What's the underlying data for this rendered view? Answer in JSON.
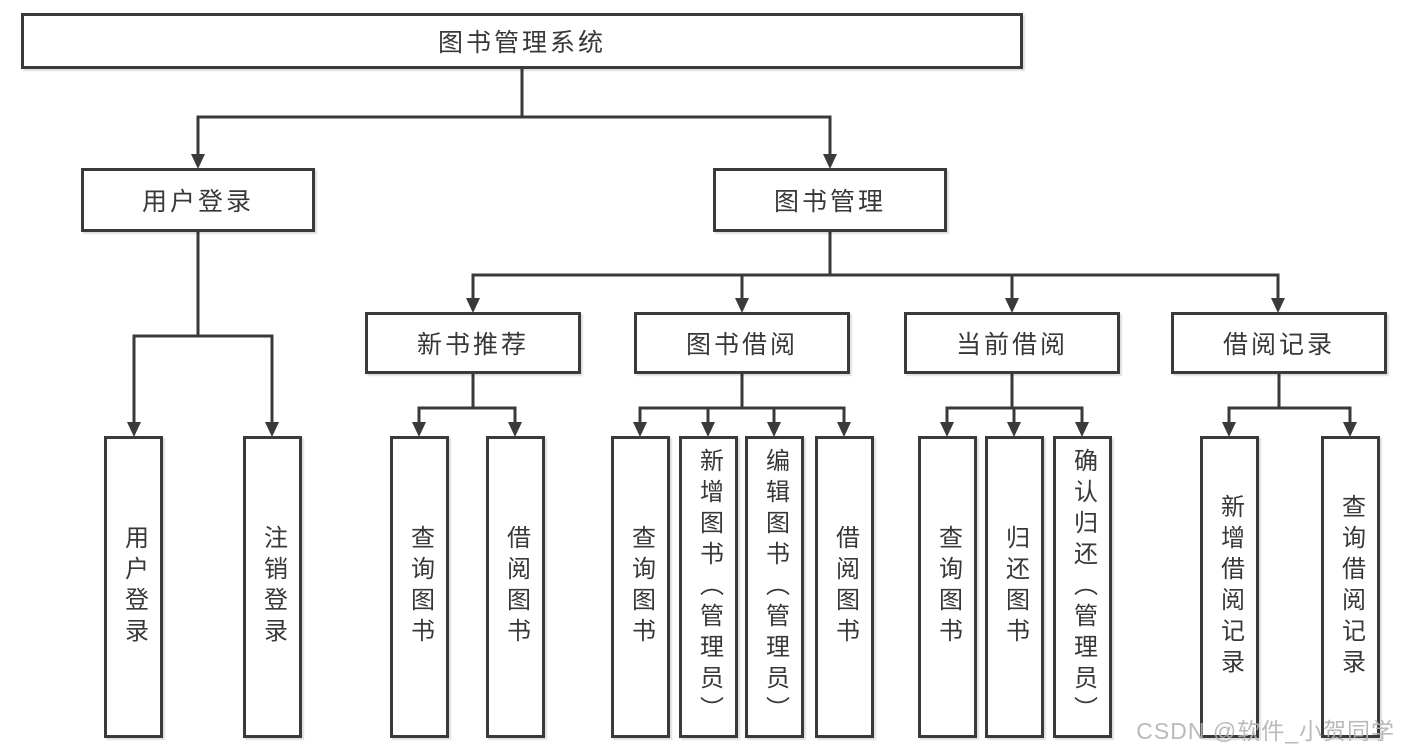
{
  "diagram": {
    "root": {
      "label": "图书管理系统"
    },
    "branches": {
      "user_login": {
        "label": "用户登录",
        "children": [
          {
            "label": "用户登录"
          },
          {
            "label": "注销登录"
          }
        ]
      },
      "book_management": {
        "label": "图书管理",
        "sections": [
          {
            "label": "新书推荐",
            "children": [
              {
                "label": "查询图书"
              },
              {
                "label": "借阅图书"
              }
            ]
          },
          {
            "label": "图书借阅",
            "children": [
              {
                "label": "查询图书"
              },
              {
                "label": "新增图书（管理员）"
              },
              {
                "label": "编辑图书（管理员）"
              },
              {
                "label": "借阅图书"
              }
            ]
          },
          {
            "label": "当前借阅",
            "children": [
              {
                "label": "查询图书"
              },
              {
                "label": "归还图书"
              },
              {
                "label": "确认归还（管理员）"
              }
            ]
          },
          {
            "label": "借阅记录",
            "children": [
              {
                "label": "新增借阅记录"
              },
              {
                "label": "查询借阅记录"
              }
            ]
          }
        ]
      }
    },
    "watermark": "CSDN @软件_小贺同学",
    "colors": {
      "line": "#3a3a3a",
      "text": "#383838",
      "watermark": "#b3b3b3",
      "background": "#ffffff"
    }
  }
}
